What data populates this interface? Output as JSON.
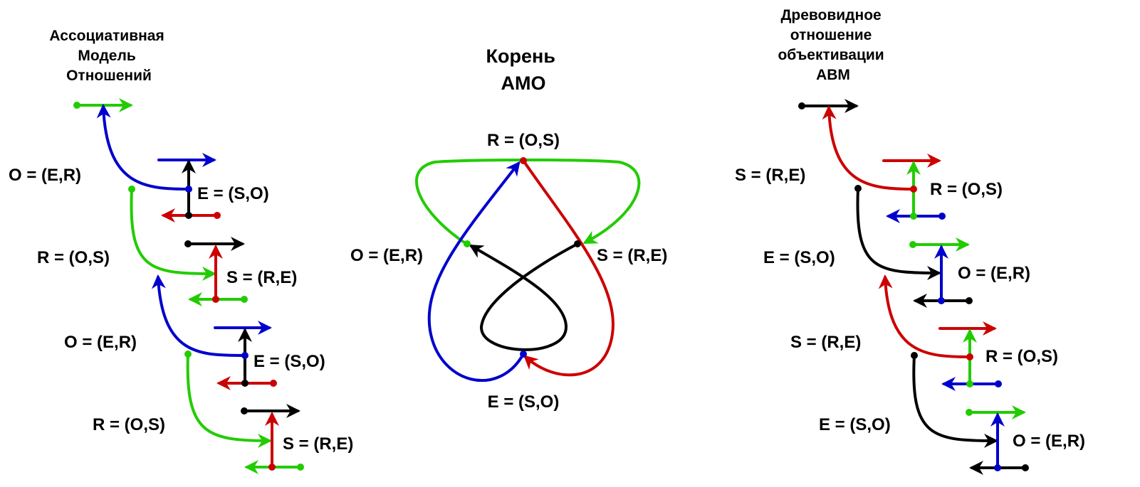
{
  "titles": {
    "left": [
      "Ассоциативная",
      "Модель",
      "Отношений"
    ],
    "middle": [
      "Корень",
      "АМО"
    ],
    "right": [
      "Древовидное",
      "отношение",
      "объективации",
      "АВМ"
    ]
  },
  "labels": {
    "o_er": "O = (E,R)",
    "e_so": "E = (S,O)",
    "r_os": "R = (O,S)",
    "s_re": "S = (R,E)"
  },
  "colors": {
    "green": "#22cc00",
    "blue": "#0000cc",
    "red": "#cc0000",
    "black": "#000000"
  }
}
